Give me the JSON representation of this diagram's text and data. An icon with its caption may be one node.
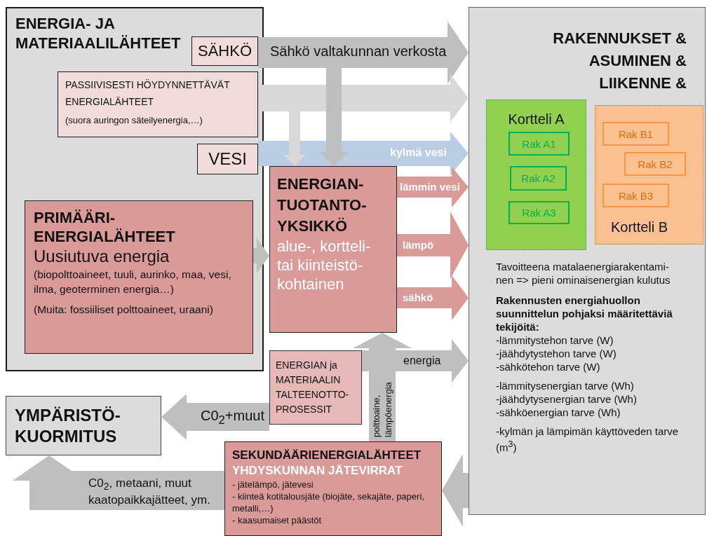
{
  "diagram": {
    "nodes": [
      {
        "text": [
          "ENERGIA- JA MATERIAALILÄHTEET"
        ]
      },
      {
        "text": [
          "SÄHKÖ"
        ],
        "in": 0
      },
      {
        "text": [
          "PASSIIVISESTI HÖYDYNNETTÄVÄT ENERGIALÄHTEET",
          "(suora auringon säteilyenergia,…)"
        ],
        "in": 0
      },
      {
        "text": [
          "VESI"
        ],
        "in": 0
      },
      {
        "text": [
          "PRIMÄÄRI- ENERGIALÄHTEET",
          "Uusiutuva energia",
          "(biopolttoaineet, tuuli, aurinko, maa, vesi, ilma, geoterminen energia…)",
          "(Muita: fossiiliset polttoaineet, uraani)"
        ],
        "in": 0
      },
      {
        "text": [
          "ENERGIAN- TUOTANTO- YKSIKKÖ",
          "alue-, kortteli- tai kiinteistö- kohtainen"
        ]
      },
      {
        "text": [
          "ENERGIAN ja MATERIAALIN TALTEENOTTO- PROSESSIT"
        ]
      },
      {
        "text": [
          "YMPÄRISTÖ- KUORMITUS"
        ]
      },
      {
        "text": [
          "SEKUNDÄÄRIENERGIALÄHTEET",
          "YHDYSKUNNAN JÄTEVIRRAT",
          "- jätelämpö, jätevesi",
          "- kiinteä kotitalousjäte (biojäte, sekajäte, paperi, metalli,…)",
          "- kaasumaiset päästöt"
        ]
      },
      {
        "text": [
          "RAKENNUKSET & ASUMINEN & LIIKENNE &",
          "Tavoitteena matalaenergiarakentami- nen => pieni ominaisenergian kulutus",
          "Rakennusten energiahuollon suunnittelun pohjaksi määritettäviä tekijöitä:",
          "-lämmitystehon tarve  (W)",
          "-jäähdytystehon tarve (W)",
          "-sähkötehon  tarve  (W)",
          "-lämmitysenergian tarve (Wh)",
          "-jäähdytysenergian tarve (Wh)",
          "-sähköenergian tarve (Wh)",
          "-kylmän ja lämpimän käyttöveden tarve (m$^{3}$)"
        ]
      },
      {
        "text": [
          "Kortteli A"
        ],
        "in": 9
      },
      {
        "text": [
          "Rak A1"
        ],
        "in": 10
      },
      {
        "text": [
          "Rak A2"
        ],
        "in": 10
      },
      {
        "text": [
          "Rak A3"
        ],
        "in": 10
      },
      {
        "text": [
          "Kortteli B"
        ],
        "in": 9
      },
      {
        "text": [
          "Rak B1"
        ],
        "in": 14
      },
      {
        "text": [
          "Rak B2"
        ],
        "in": 14
      },
      {
        "text": [
          "Rak B3"
        ],
        "in": 14
      }
    ],
    "edges": [
      {
        "from": 1,
        "to": 9,
        "arrow": "to",
        "label": "Sähkö valtakunnan verkosta"
      },
      {
        "from": 2,
        "to": 9,
        "arrow": "to",
        "color": "#d9d9d9"
      },
      {
        "from": 3,
        "to": 9,
        "arrow": "to",
        "label": "kylmä vesi",
        "color": "#b9cde5"
      },
      {
        "from": 1,
        "to": 5,
        "arrow": "to"
      },
      {
        "from": 2,
        "to": 5,
        "arrow": "to",
        "color": "#d9d9d9"
      },
      {
        "from": 4,
        "to": 5,
        "arrow": "to"
      },
      {
        "from": 5,
        "to": 9,
        "arrow": "to",
        "label": "lämmin vesi",
        "color": "#da9a98"
      },
      {
        "from": 5,
        "to": 9,
        "arrow": "to",
        "label": "lämpö",
        "color": "#da9a98"
      },
      {
        "from": 5,
        "to": 9,
        "arrow": "to",
        "label": "sähkö",
        "color": "#da9a98"
      },
      {
        "from": 8,
        "to": 5,
        "arrow": "to",
        "label": "polttoaine, lämpöenergia"
      },
      {
        "from": 6,
        "to": 9,
        "arrow": "to",
        "label": "energia"
      },
      {
        "from": 6,
        "to": 7,
        "arrow": "to",
        "label": "C0$_{2}$+muut"
      },
      {
        "from": 8,
        "to": 7,
        "arrow": "to",
        "label": "C0$_{2}$, metaani, muut kaatopaikkajätteet, ym."
      },
      {
        "from": 9,
        "to": 8,
        "arrow": "to"
      }
    ]
  }
}
